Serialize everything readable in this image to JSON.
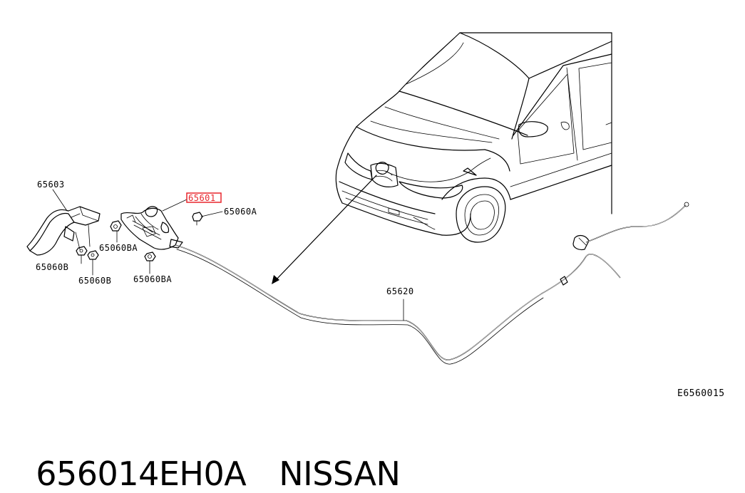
{
  "labels": {
    "l65603": "65603",
    "l65601": "65601",
    "l65060A": "65060A",
    "l65060BA_1": "65060BA",
    "l65060B_1": "65060B",
    "l65060B_2": "65060B",
    "l65060BA_2": "65060BA",
    "l65620": "65620",
    "code": "E6560015"
  },
  "footer": {
    "part_number": "656014EH0A",
    "brand": "NISSAN"
  },
  "colors": {
    "highlight": "#e8262d",
    "line": "#000000",
    "background": "#ffffff"
  }
}
